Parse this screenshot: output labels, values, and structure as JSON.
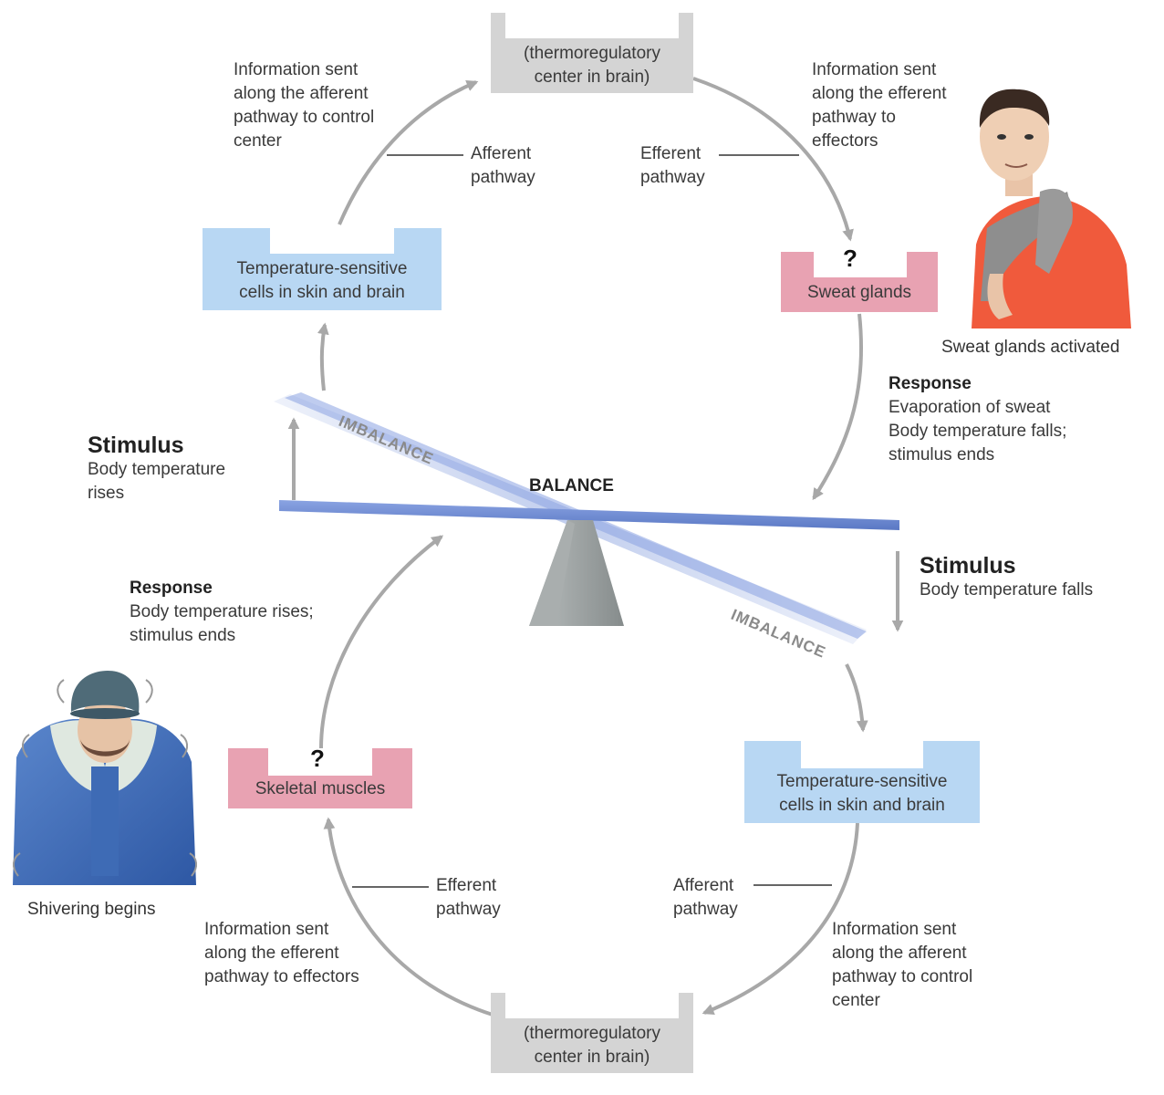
{
  "top_loop": {
    "control_center": "(thermoregulatory\ncenter in brain)",
    "receptor": "Temperature-sensitive\ncells in skin and brain",
    "effector": "Sweat glands",
    "effector_question": "?",
    "afferent_label": "Afferent\npathway",
    "efferent_label": "Efferent\npathway",
    "afferent_info": "Information sent\nalong the afferent\npathway to control\ncenter",
    "efferent_info": "Information sent\nalong the efferent\npathway to\neffectors",
    "response_title": "Response",
    "response_text": "Evaporation of sweat\nBody temperature falls;\nstimulus ends",
    "stimulus_title": "Stimulus",
    "stimulus_text": "Body temperature\nrises",
    "figure_caption": "Sweat glands activated"
  },
  "bottom_loop": {
    "control_center": "(thermoregulatory\ncenter in brain)",
    "receptor": "Temperature-sensitive\ncells in skin and brain",
    "effector": "Skeletal muscles",
    "effector_question": "?",
    "afferent_label": "Afferent\npathway",
    "efferent_label": "Efferent\npathway",
    "afferent_info": "Information sent\nalong the afferent\npathway to control\ncenter",
    "efferent_info": "Information sent\nalong the efferent\npathway to effectors",
    "response_title": "Response",
    "response_text": "Body temperature rises;\nstimulus ends",
    "stimulus_title": "Stimulus",
    "stimulus_text": "Body temperature falls",
    "figure_caption": "Shivering begins"
  },
  "seesaw": {
    "balance": "BALANCE",
    "imbalance_top": "IMBALANCE",
    "imbalance_bottom": "IMBALANCE"
  },
  "colors": {
    "receptor": "#b8d7f3",
    "effector": "#e8a2b2",
    "control": "#d4d4d4",
    "arrow": "#a8a8a8",
    "beam": "#6f8ed6",
    "fulcrum": "#9aa0a0"
  }
}
